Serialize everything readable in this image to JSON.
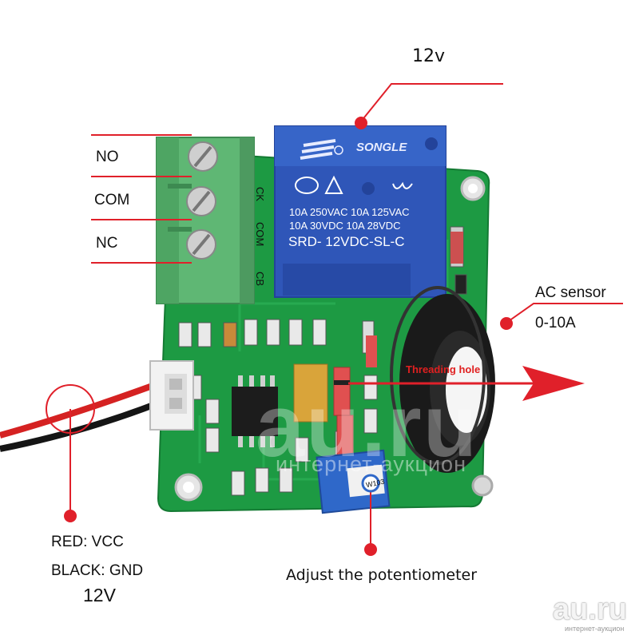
{
  "labels": {
    "relay_voltage": "12v",
    "no": "NO",
    "com": "COM",
    "nc": "NC",
    "ac_sensor": "AC sensor",
    "ac_range": "0-10A",
    "red_wire": "RED: VCC",
    "black_wire": "BLACK: GND",
    "supply_voltage": "12V",
    "potentiometer": "Adjust the potentiometer",
    "threading_hole": "Threading hole"
  },
  "relay": {
    "brand": "SONGLE",
    "spec1": "10A 250VAC 10A 125VAC",
    "spec2": "10A  30VDC 10A  28VDC",
    "model": "SRD- 12VDC-SL-C"
  },
  "terminal_pins": {
    "ck": "CK",
    "com": "COM",
    "cb": "CB"
  },
  "potentiometer_marking": "W103",
  "watermark": {
    "brand": "au.ru",
    "tagline": "интернет-аукцион",
    "corner_brand": "au.ru",
    "corner_tagline": "интернет-аукцион"
  },
  "colors": {
    "pcb": "#1d9a43",
    "relay": "#2f56b8",
    "terminal": "#5fb774",
    "callout": "#e0202a",
    "ct_ring": "#1a1a1a",
    "pot": "#2f68c9"
  }
}
